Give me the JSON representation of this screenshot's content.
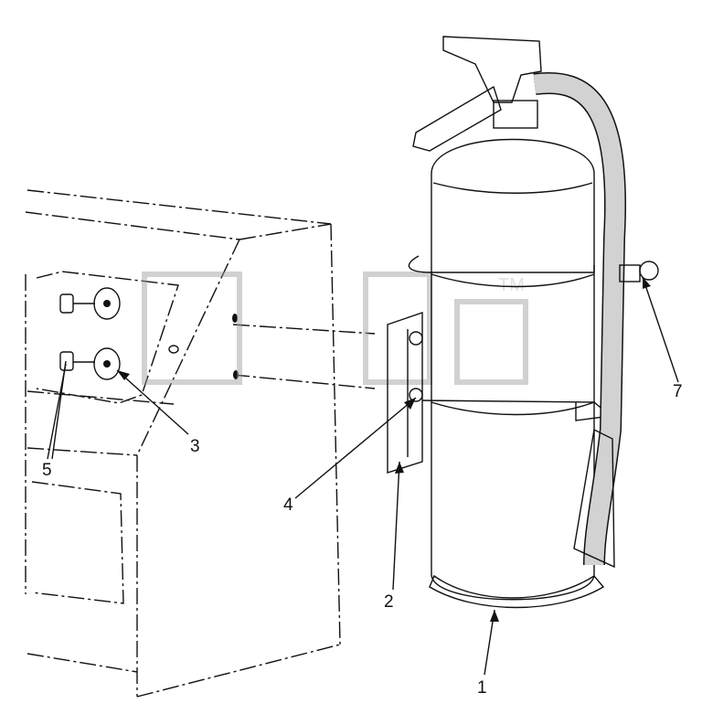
{
  "diagram": {
    "callouts": [
      {
        "id": "1",
        "label": "1"
      },
      {
        "id": "2",
        "label": "2"
      },
      {
        "id": "3",
        "label": "3"
      },
      {
        "id": "4",
        "label": "4"
      },
      {
        "id": "5",
        "label": "5"
      },
      {
        "id": "7",
        "label": "7"
      }
    ],
    "watermark": {
      "trademark": "TM"
    },
    "colors": {
      "line": "#111111",
      "fill": "#d2d2d2",
      "watermark": "#bdbdbd"
    }
  }
}
